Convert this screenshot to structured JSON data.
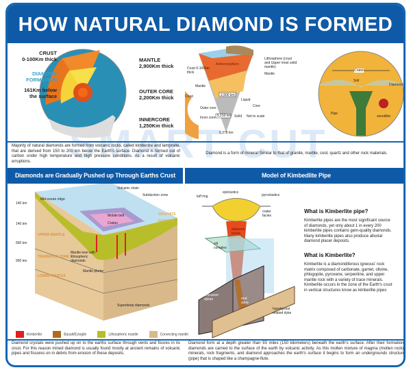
{
  "title": "HOW NATURAL DIAMOND IS FORMED",
  "watermark": "SMART CUT",
  "colors": {
    "primary_blue": "#0e5aa7",
    "kimberlite": "#e02020",
    "basalt": "#b06a1e",
    "lithospheric": "#b8bd2a",
    "convecting": "#d9b98a"
  },
  "earth_panel": {
    "labels": {
      "crust": "CRUST",
      "crust_thick": "0-100Km thick",
      "diamond": "DIAMOND",
      "formation": "FORMATION",
      "depth1": "161Km below",
      "depth2": "the surface",
      "mantle": "MANTLE",
      "mantle_thick": "2,900Km thick",
      "outer": "OUTER CORE",
      "outer_thick": "2,200Km thick",
      "inner": "INNERCORE",
      "inner_thick": "1,250Km thick"
    },
    "caption": "Majority of natural diamonds are formed from volcanic rocks, called kimberlite and lamproite, that are derived from 150 to 200 km below the Earth's surface. Diamond is formed out of carbon under high temperature and high pressure conditions. As a result of volcanic erruptions."
  },
  "layers_panel": {
    "labels": {
      "crust_thick": "Crust 0-100km thick",
      "crust": "Crust",
      "mantle": "Mantle",
      "asth": "Asthenosphere",
      "litho": "Lithosphere (crust and Upper most solid mantle)",
      "mantle2": "Mantle",
      "km2900": "2,900 km",
      "liquid": "Liquid",
      "core": "Core",
      "outer": "Outer core",
      "km5150": "5,150 km",
      "inner": "Inner core",
      "solid": "Solid",
      "scale": "Not to scale",
      "km6378": "6,378 km",
      "crater": "Crater",
      "soil": "Soil",
      "diamonds": "Diamonds",
      "pipe": "Pipe",
      "xenolith": "xenolithe"
    },
    "caption": "Diamond is a form of mineral Similar to that of granite, marble, cool, quartz and other rock materials."
  },
  "crust_section": {
    "header": "Diamonds are Gradually Pushed up Through Earths Crust",
    "labels": {
      "ridge": "Mid-ocean ridge",
      "volcanic": "Volcanic chain",
      "subduction": "Subduction zone",
      "mobile": "Mobile belt",
      "craton": "Craton",
      "graphite": "GRAPHITE",
      "diamond": "DIAMOND",
      "upper": "UPPER MANTLE",
      "transition": "TRANSITION ZONE",
      "lower": "LOWER MANTLE",
      "keel": "Mantle keel with lithospheric diamonds",
      "plume": "Mantle plume",
      "superdeep": "Superdeep diamonds",
      "d1": "140 km",
      "d2": "140 km",
      "d3": "660 km",
      "d4": "900 km"
    },
    "legend": [
      "Kimberlite",
      "Basalt/Eclogite",
      "Lithospheric mantle",
      "Convecting mantle"
    ],
    "caption": "Diamond crystals were pushed up on to the earths surface through vents and fissres in its crust. For this reason mined diamond is usually found mostly at ancient remains of volcanic pipes and fissures on in debris from erosion of these deposits."
  },
  "pipe_section": {
    "header": "Model of Kimbedlite Pipe",
    "labels": {
      "tuff": "tuff ring",
      "epi": "epiclastics",
      "pyro": "pyroclastics",
      "crater": "crater facies",
      "diatreme": "diatreme facies",
      "sill": "sill complex",
      "precursor": "precursor dykes",
      "root": "root zone",
      "hyp": "hypabyssal related dyke"
    },
    "q1": "What is Kimberlite pipe?",
    "a1": "Kimberlite pipes are the most significant source of diamonds, yet only about 1 in every 200 kimberlite pipes contains gem-quality diamonds. Many kimberlite pipes also produce alluvial diamond placer deposits.",
    "q2": "What is Kimberlite?",
    "a2": "Kimberlite is a diamondiferous igneous' rock matrix composed of carbonate, garnet, olivine, phlogopite, pyroxene, serpentine, and upper mantle rock with a variety of trace minerals. Kimberlite occurs in the zone of the Earth's crust in vertical structures know as kimberlite pipes",
    "caption": "Diamond form at a depth greater than 93 miles (150 kilometers) beneath the earth's surface. After their formation, diamonds are carried to the surface of the earth by volcanic activity. As this molten mixture of magma (molten rock), minerals, rock fragments, and diamond approaches the earth's surface it begins to form an undergrounds structure (pipe) that is shaped like a champagne-flute."
  }
}
